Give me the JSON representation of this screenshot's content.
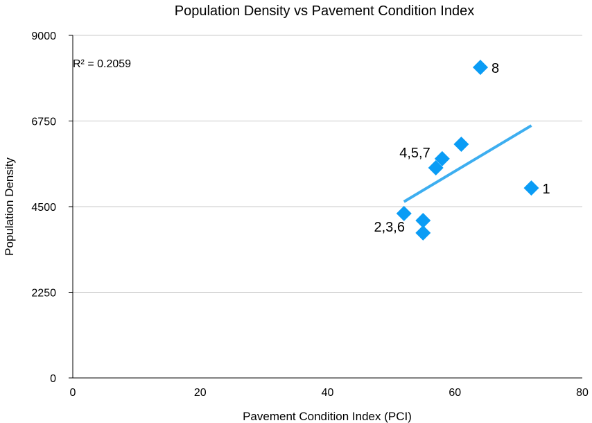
{
  "chart_data": {
    "type": "scatter",
    "title": "Population Density vs Pavement Condition Index",
    "xlabel": "Pavement Condition Index (PCI)",
    "ylabel": "Population Density",
    "xlim": [
      0,
      80
    ],
    "ylim": [
      0,
      9000
    ],
    "xticks": [
      0,
      20,
      40,
      60,
      80
    ],
    "yticks": [
      0,
      2250,
      4500,
      6750,
      9000
    ],
    "grid": "horizontal",
    "points": [
      {
        "x": 72,
        "y": 4990
      },
      {
        "x": 52,
        "y": 4320
      },
      {
        "x": 55,
        "y": 4135
      },
      {
        "x": 57,
        "y": 5520
      },
      {
        "x": 58,
        "y": 5760
      },
      {
        "x": 55,
        "y": 3810
      },
      {
        "x": 61,
        "y": 6140
      },
      {
        "x": 64,
        "y": 8160
      }
    ],
    "point_labels": [
      {
        "text": "8",
        "x": 64,
        "y": 8160,
        "anchor": "right"
      },
      {
        "text": "4,5,7",
        "x": 57,
        "y": 5760,
        "anchor": "left"
      },
      {
        "text": "1",
        "x": 72,
        "y": 4990,
        "anchor": "right"
      },
      {
        "text": "2,3,6",
        "x": 53,
        "y": 3810,
        "anchor": "left"
      }
    ],
    "trendline": {
      "x": [
        52,
        72
      ],
      "y": [
        4630,
        6630
      ]
    },
    "annotation": "R² = 0.2059",
    "colors": {
      "points": "#0a9cf5",
      "trendline": "#3daef0",
      "grid": "#c8c8c8"
    }
  }
}
